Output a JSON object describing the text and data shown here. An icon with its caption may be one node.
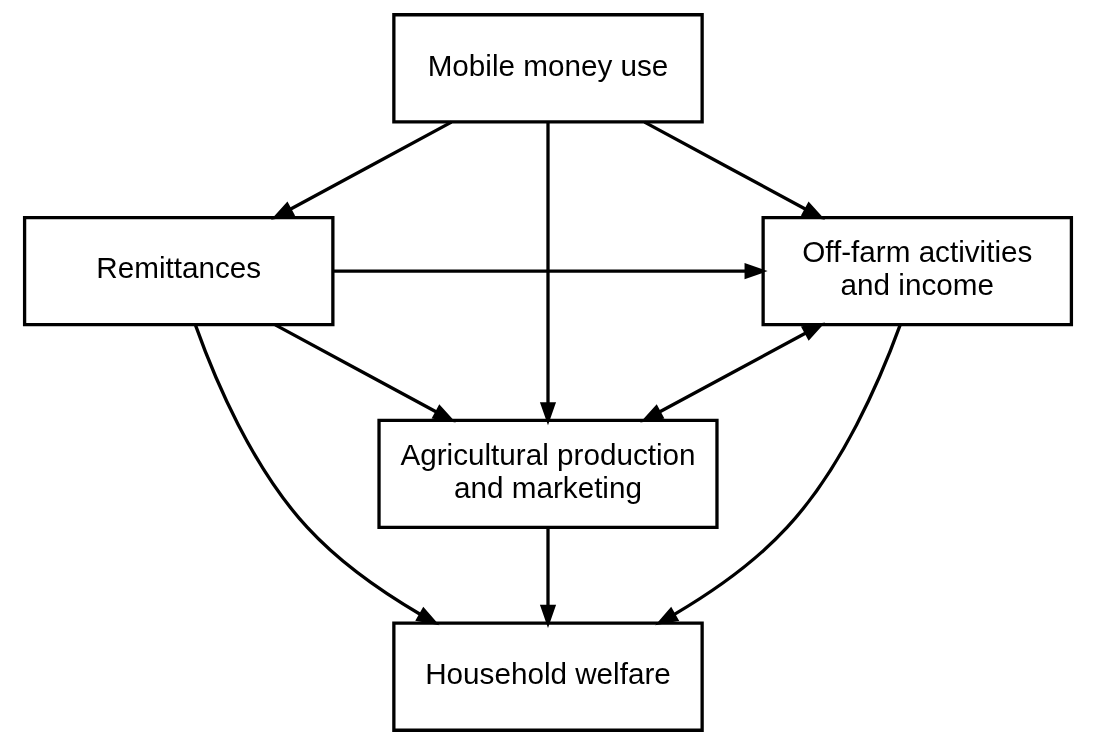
{
  "diagram": {
    "nodes": [
      {
        "text": [
          "Mobile money use"
        ]
      },
      {
        "text": [
          "Remittances"
        ]
      },
      {
        "text": [
          "Off-farm activities and income"
        ]
      },
      {
        "text": [
          "Agricultural production and marketing"
        ]
      },
      {
        "text": [
          "Household welfare"
        ]
      }
    ],
    "edges": [
      {
        "from": 0,
        "to": 1,
        "arrow": "to"
      },
      {
        "from": 0,
        "to": 2,
        "arrow": "to"
      },
      {
        "from": 0,
        "to": 3,
        "arrow": "to"
      },
      {
        "from": 1,
        "to": 2,
        "arrow": "to"
      },
      {
        "from": 1,
        "to": 3,
        "arrow": "to"
      },
      {
        "from": 2,
        "to": 3,
        "arrow": "both"
      },
      {
        "from": 3,
        "to": 4,
        "arrow": "to"
      },
      {
        "from": 1,
        "to": 4,
        "arrow": "to"
      },
      {
        "from": 2,
        "to": 4,
        "arrow": "to"
      }
    ]
  }
}
